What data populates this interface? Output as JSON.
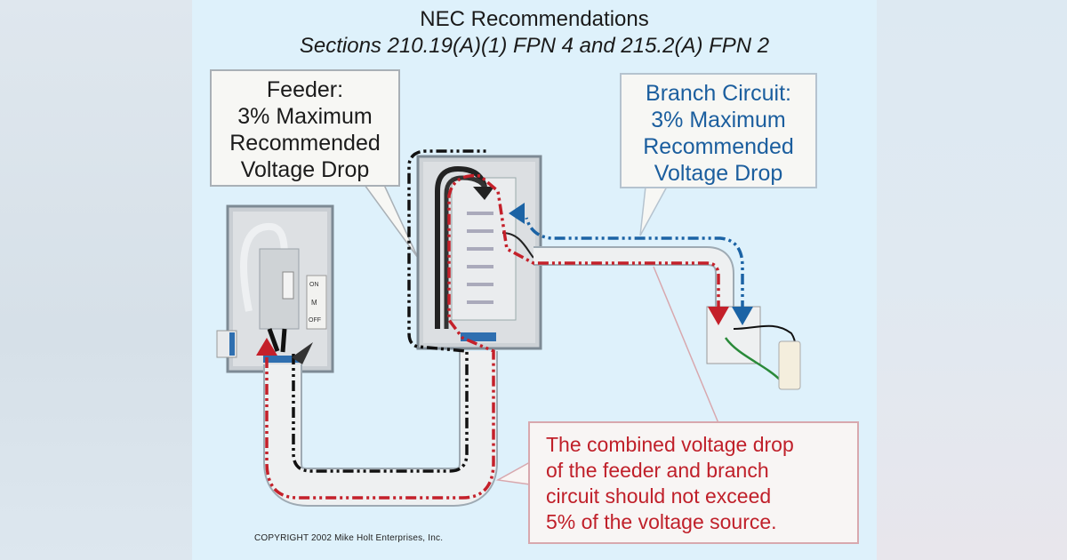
{
  "header": {
    "title": "NEC Recommendations",
    "subtitle": "Sections 210.19(A)(1) FPN 4 and 215.2(A) FPN 2"
  },
  "callouts": {
    "feeder": [
      "Feeder:",
      "3% Maximum",
      "Recommended",
      "Voltage Drop"
    ],
    "branch": [
      "Branch Circuit:",
      "3% Maximum",
      "Recommended",
      "Voltage Drop"
    ],
    "combined": [
      "The combined voltage drop",
      "of the feeder and branch",
      "circuit should not exceed",
      "5% of the voltage source."
    ]
  },
  "labels": {
    "breaker_top": "ON",
    "breaker_mid": "M",
    "breaker_bottom": "OFF"
  },
  "footer": {
    "copyright": "COPYRIGHT 2002   Mike Holt Enterprises, Inc."
  },
  "colors": {
    "panel_bg": "#def1fb",
    "feeder_path": "#111111",
    "branch_path": "#1b63a5",
    "return_path": "#c4202a",
    "callout_red": "#c0202a",
    "callout_blue": "#1b5e9e",
    "ground_wire": "#2a8a3a"
  }
}
